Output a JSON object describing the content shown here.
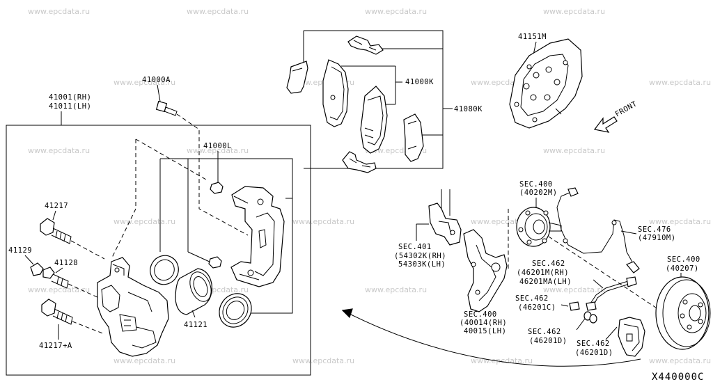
{
  "watermark": "www.epcdata.ru",
  "diagram_code": "X440000C",
  "front_label": "FRONT",
  "labels": {
    "l41000a": "41000A",
    "l41001_rh": "41001(RH)",
    "l41011_lh": "41011(LH)",
    "l41000l": "41000L",
    "l41217": "41217",
    "l41129": "41129",
    "l41128": "41128",
    "l41217a": "41217+A",
    "l41121": "41121",
    "l41000k": "41000K",
    "l41080k": "41080K",
    "l41151m": "41151M",
    "sec400_a1": "SEC.400",
    "sec400_a2": "(40202M)",
    "sec401_1": "SEC.401",
    "sec401_2": "(54302K(RH)",
    "sec401_3": "54303K(LH)",
    "sec476_1": "SEC.476",
    "sec476_2": "(47910M)",
    "sec462_a1": "SEC.462",
    "sec462_a2": "(46201M(RH)",
    "sec462_a3": "46201MA(LH)",
    "sec400_b1": "SEC.400",
    "sec400_b2": "(40207)",
    "sec462_b1": "SEC.462",
    "sec462_b2": "(46201C)",
    "sec400_c1": "SEC.400",
    "sec400_c2": "(40014(RH)",
    "sec400_c3": "40015(LH)",
    "sec462_c1": "SEC.462",
    "sec462_c2": "(46201D)",
    "sec462_d1": "SEC.462",
    "sec462_d2": "(46201D)"
  }
}
